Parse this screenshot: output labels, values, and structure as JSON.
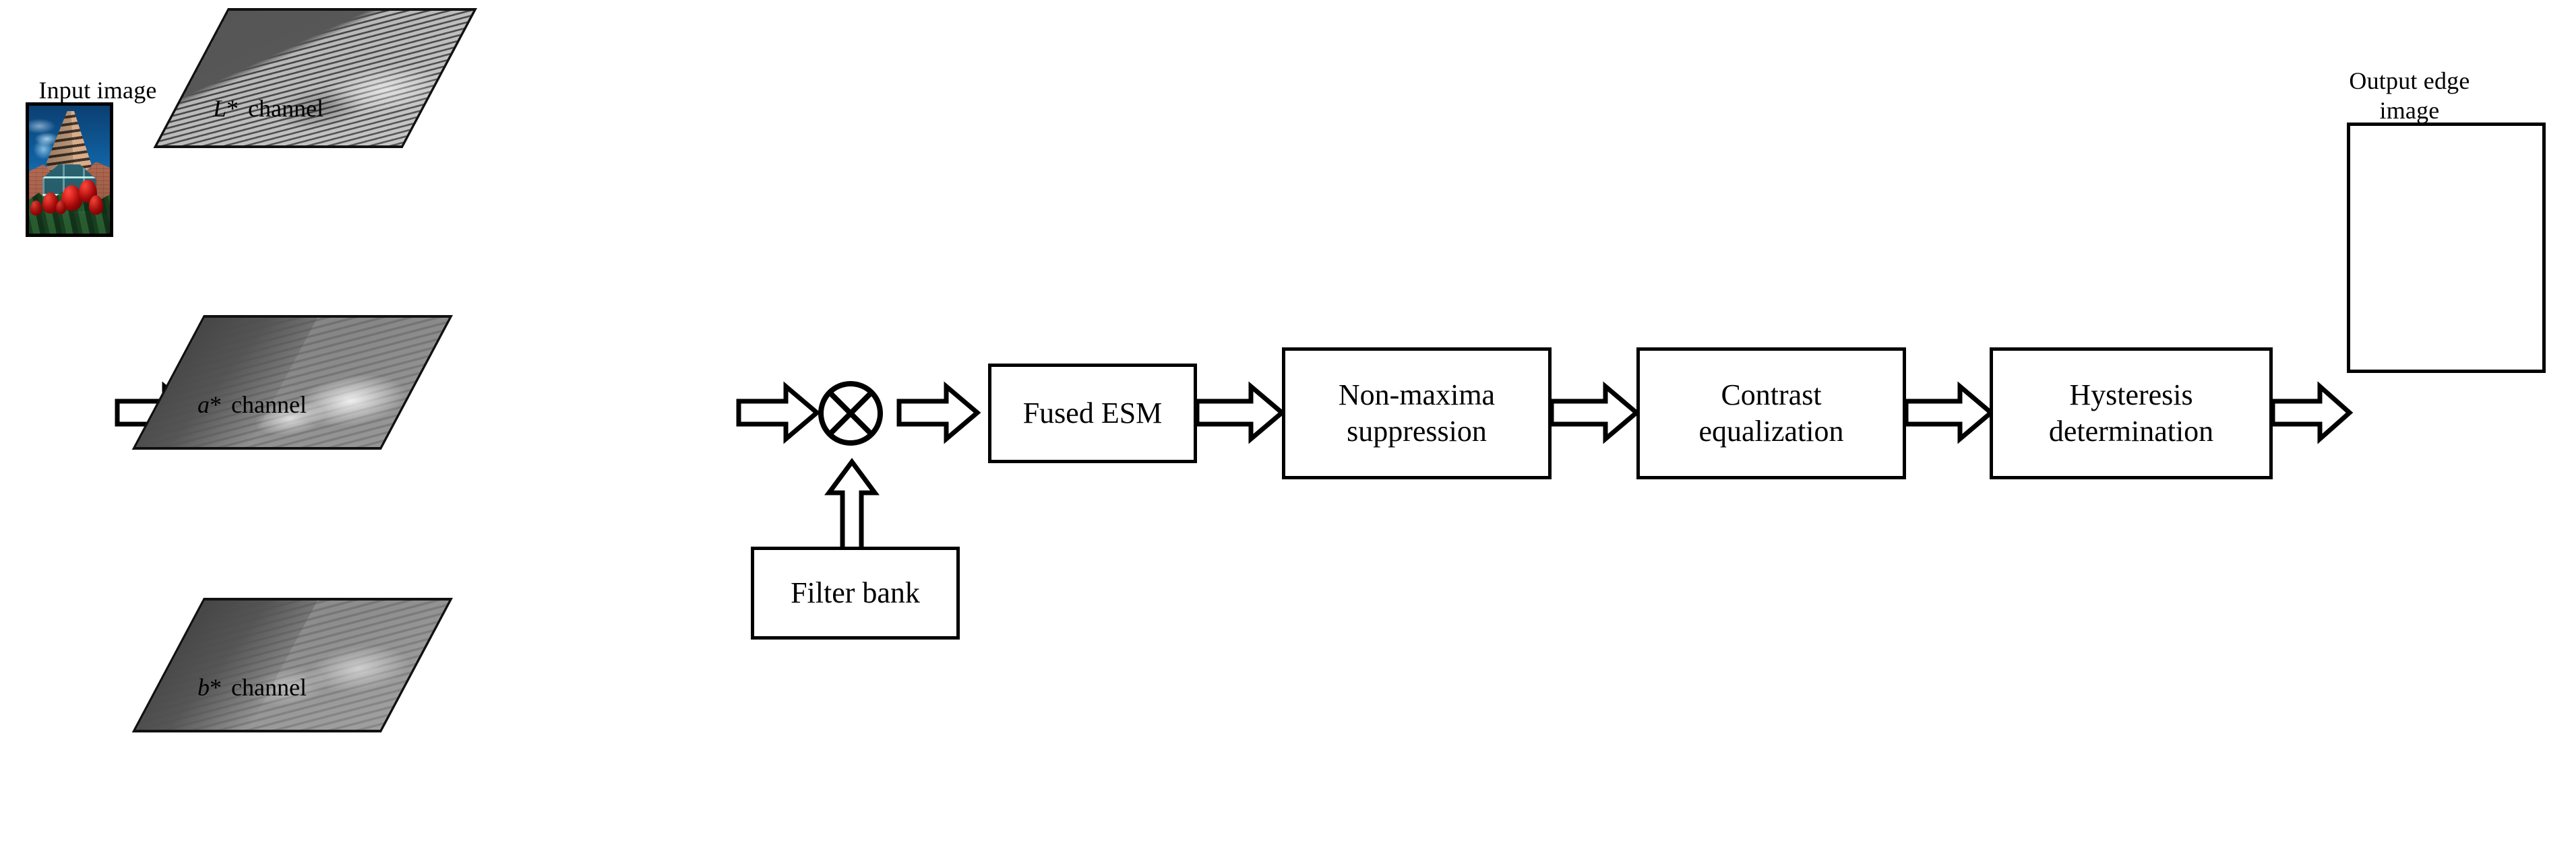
{
  "diagram": {
    "title_hidden": "",
    "type": "flowchart",
    "nodes": {
      "input_image_caption": "Input image",
      "output_image_caption_line1": "Output edge",
      "output_image_caption_line2": "image",
      "channels": [
        {
          "symbol": "L",
          "star": "*",
          "word": "channel",
          "name": "l-star-channel"
        },
        {
          "symbol": "a",
          "star": "*",
          "word": "channel",
          "name": "a-star-channel"
        },
        {
          "symbol": "b",
          "star": "*",
          "word": "channel",
          "name": "b-star-channel"
        }
      ],
      "operator": "circle-times",
      "filter_bank": "Filter bank",
      "stages": [
        {
          "name": "fused-esm",
          "line1": "Fused ESM",
          "line2": ""
        },
        {
          "name": "non-maxima-suppression",
          "line1": "Non-maxima",
          "line2": "suppression"
        },
        {
          "name": "contrast-equalization",
          "line1": "Contrast",
          "line2": "equalization"
        },
        {
          "name": "hysteresis-determination",
          "line1": "Hysteresis",
          "line2": "determination"
        }
      ]
    },
    "colors": {
      "stroke": "#000000",
      "background": "#ffffff",
      "plate_gray_dark": "#5e5e5e",
      "plate_gray_light": "#9b9b9b",
      "photo_sky": "#1060a0",
      "photo_brick": "#b06850",
      "photo_tulip": "#d40c0c",
      "photo_glass": "#2e7b86"
    }
  }
}
